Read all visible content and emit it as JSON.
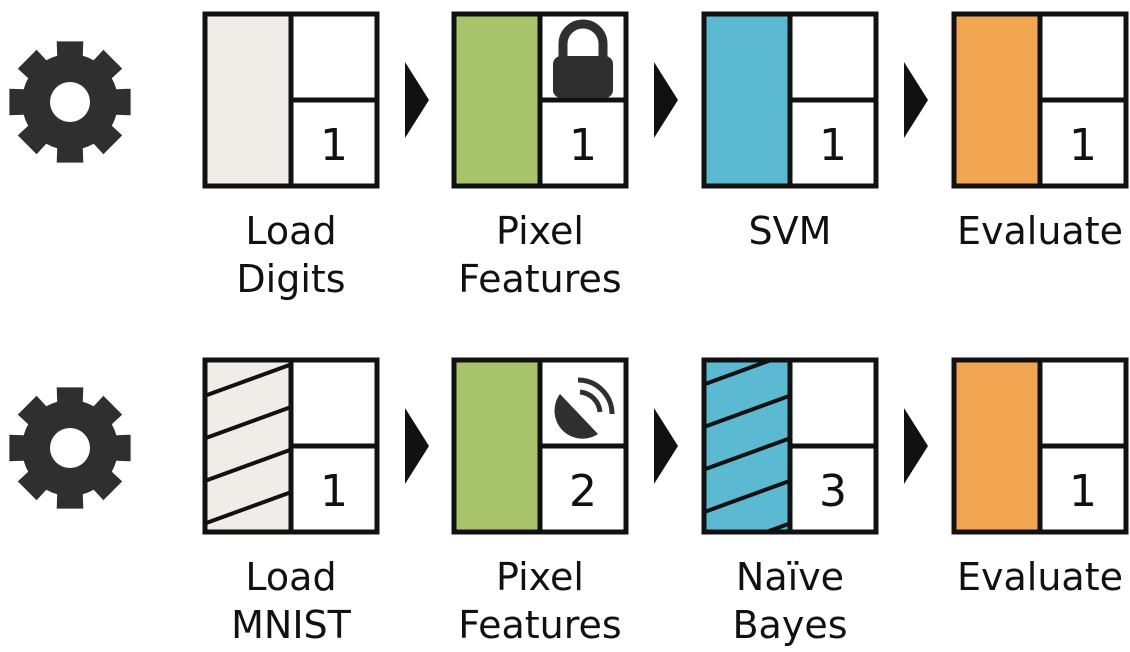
{
  "pipelines": [
    {
      "icon": "gear-icon",
      "stages": [
        {
          "label_lines": [
            "Load",
            "Digits"
          ],
          "number": "1",
          "color": "#efede8",
          "hatched": false,
          "badge": ""
        },
        {
          "label_lines": [
            "Pixel",
            "Features"
          ],
          "number": "1",
          "color": "#a8c46b",
          "hatched": false,
          "badge": "lock-icon"
        },
        {
          "label_lines": [
            "SVM"
          ],
          "number": "1",
          "color": "#5bb9d1",
          "hatched": false,
          "badge": ""
        },
        {
          "label_lines": [
            "Evaluate"
          ],
          "number": "1",
          "color": "#f2a550",
          "hatched": false,
          "badge": ""
        }
      ]
    },
    {
      "icon": "gear-icon",
      "stages": [
        {
          "label_lines": [
            "Load",
            "MNIST"
          ],
          "number": "1",
          "color": "#efede8",
          "hatched": true,
          "badge": ""
        },
        {
          "label_lines": [
            "Pixel",
            "Features"
          ],
          "number": "2",
          "color": "#a8c46b",
          "hatched": false,
          "badge": "satellite-dish-icon"
        },
        {
          "label_lines": [
            "Naïve",
            "Bayes"
          ],
          "number": "3",
          "color": "#5bb9d1",
          "hatched": true,
          "badge": ""
        },
        {
          "label_lines": [
            "Evaluate"
          ],
          "number": "1",
          "color": "#f2a550",
          "hatched": false,
          "badge": ""
        }
      ]
    }
  ],
  "colors": {
    "stroke": "#111111",
    "gear": "#2f2f2f"
  }
}
